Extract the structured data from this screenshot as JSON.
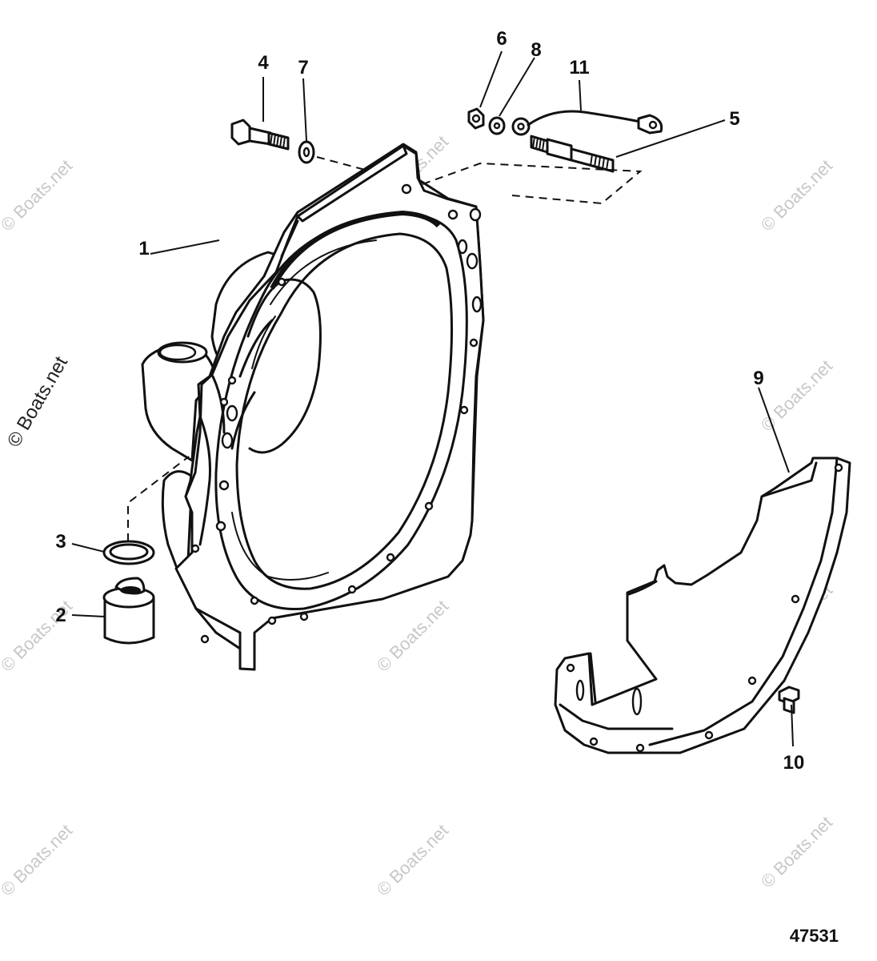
{
  "diagram": {
    "callouts": {
      "c1": "1",
      "c2": "2",
      "c3": "3",
      "c4": "4",
      "c5": "5",
      "c6": "6",
      "c7": "7",
      "c8": "8",
      "c9": "9",
      "c10": "10",
      "c11": "11"
    },
    "part_number": "47531",
    "watermark": "© Boats.net"
  }
}
